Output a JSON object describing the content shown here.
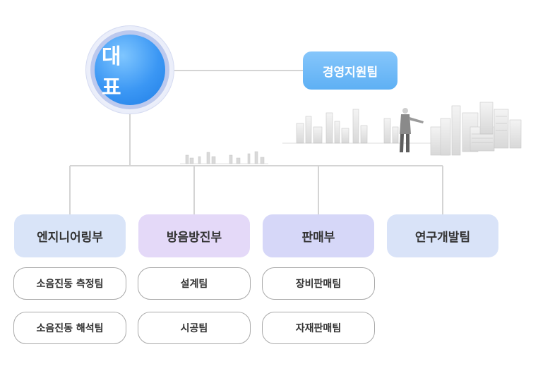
{
  "ceo": {
    "label": "대 표"
  },
  "support": {
    "label": "경영지원팀"
  },
  "departments": [
    {
      "label": "엔지니어링부",
      "teams": [
        "소음진동 측정팀",
        "소음진동 해석팀"
      ]
    },
    {
      "label": "방음방진부",
      "teams": [
        "설계팀",
        "시공팀"
      ]
    },
    {
      "label": "판매부",
      "teams": [
        "장비판매팀",
        "자재판매팀"
      ]
    },
    {
      "label": "연구개발팀",
      "teams": []
    }
  ],
  "colors": {
    "ceo_circle": "#3b97f4",
    "support_box": "#6fb9f7",
    "connector": "#d4d4d4"
  }
}
